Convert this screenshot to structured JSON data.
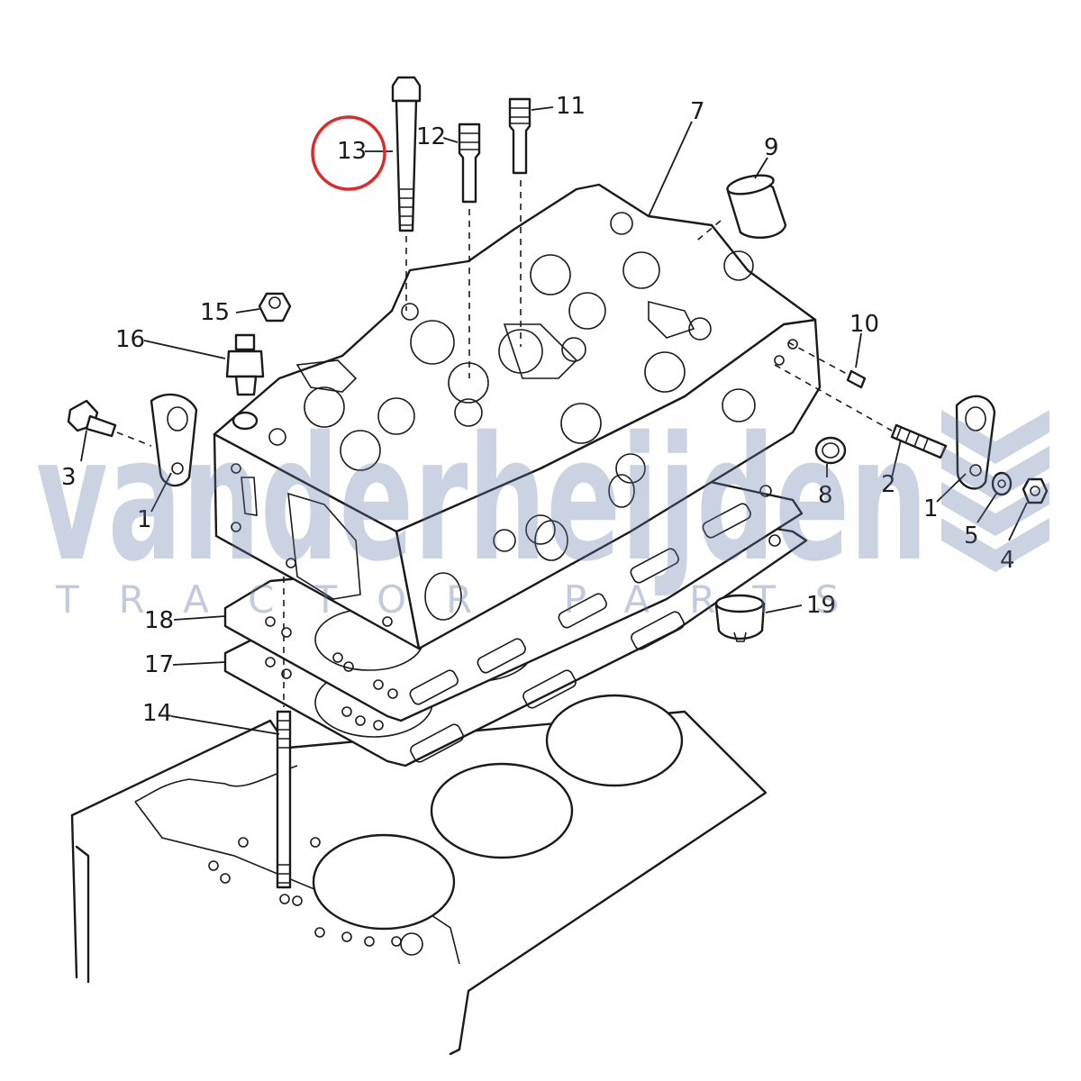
{
  "diagram": {
    "callouts": [
      {
        "id": "c1a",
        "label": "1"
      },
      {
        "id": "c1b",
        "label": "1"
      },
      {
        "id": "c2",
        "label": "2"
      },
      {
        "id": "c3",
        "label": "3"
      },
      {
        "id": "c4",
        "label": "4"
      },
      {
        "id": "c5",
        "label": "5"
      },
      {
        "id": "c7",
        "label": "7"
      },
      {
        "id": "c8",
        "label": "8"
      },
      {
        "id": "c9",
        "label": "9"
      },
      {
        "id": "c10",
        "label": "10"
      },
      {
        "id": "c11",
        "label": "11"
      },
      {
        "id": "c12",
        "label": "12"
      },
      {
        "id": "c13",
        "label": "13"
      },
      {
        "id": "c14",
        "label": "14"
      },
      {
        "id": "c15",
        "label": "15"
      },
      {
        "id": "c16",
        "label": "16"
      },
      {
        "id": "c17",
        "label": "17"
      },
      {
        "id": "c18",
        "label": "18"
      },
      {
        "id": "c19",
        "label": "19"
      }
    ],
    "highlighted_part": "13",
    "highlight_color": "#e02a2a"
  },
  "watermark": {
    "name": "vanderheijden",
    "tagline": "TRACTOR PARTS",
    "color": "#5f79a8"
  }
}
